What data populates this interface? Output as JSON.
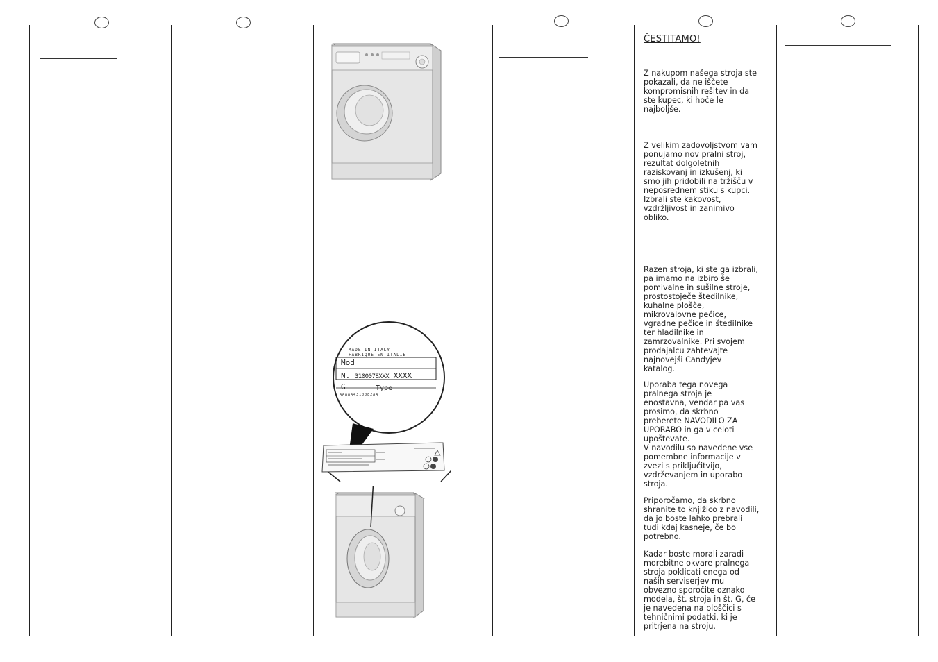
{
  "article": {
    "heading": "ČESTITAMO!",
    "paragraphs": [
      "Z nakupom našega stroja ste\npokazali, da ne iščete\nkompromisnih rešitev in da\nste kupec, ki hoče le\nnajboljše.",
      "Z velikim zadovoljstvom vam\nponujamo nov pralni stroj,\nrezultat dolgoletnih\nraziskovanj in izkušenj, ki\nsmo jih pridobili na tržišču v\nneposrednem stiku s kupci.\nIzbrali ste kakovost,\nvzdržljivost in zanimivo\nobliko.",
      "Razen stroja, ki ste ga izbrali,\npa imamo na izbiro še\npomivalne in sušilne stroje,\nprostostoječe štedilnike,\nkuhalne plošče,\nmikrovalovne pečice,\nvgradne pečice in štedilnike\nter hladilnike in\nzamrzovalnike. Pri svojem\nprodajalcu zahtevajte\nnajnovejši Candyjev\nkatalog.",
      "Uporaba tega novega\npralnega stroja je\nenostavna, vendar pa vas\nprosimo, da skrbno\npreberete NAVODILO ZA\nUPORABO in ga v celoti\nupoštevate.\nV navodilu so navedene vse\npomembne informacije v\nzvezi s priključitvijo,\nvzdrževanjem in uporabo\nstroja.",
      "Priporočamo, da skrbno\nshranite to knjižico z navodili,\nda jo boste lahko prebrali\ntudi kdaj kasneje, če bo\npotrebno.",
      "Kadar boste morali zaradi\nmorebitne okvare pralnega\nstroja poklicati enega od\nnaših serviserjev mu\nobvezno sporočite oznako\nmodela, št. stroja in št. G, če\nje navedena na ploščici s\ntehničnimi podatki, ki je\npritrjena na stroju."
    ]
  },
  "rating_plate": {
    "made_in": "MADE IN ITALY",
    "fabrique": "FABRIQUE EN ITALIE",
    "mod_label": "Mod",
    "n_label": "N.",
    "serial": "3100078XXX",
    "serial_suffix": "XXXX",
    "g_label": "G",
    "type_label": "Type",
    "code": "AAAAA4310082AA"
  },
  "colors": {
    "rule": "#222222",
    "text": "#222222",
    "machine": "#e8e8e8"
  }
}
